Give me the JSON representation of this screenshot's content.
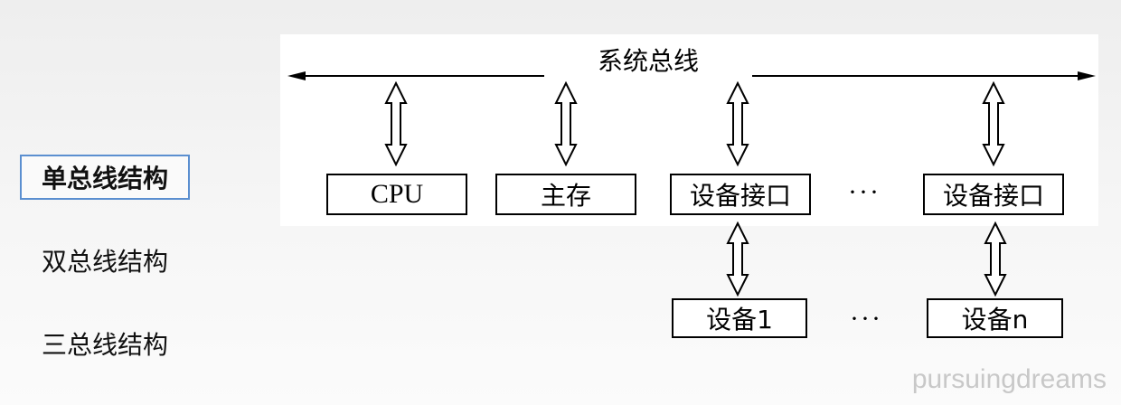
{
  "nav": {
    "items": [
      {
        "label": "单总线结构",
        "selected": true
      },
      {
        "label": "双总线结构",
        "selected": false
      },
      {
        "label": "三总线结构",
        "selected": false
      }
    ]
  },
  "diagram": {
    "bus_label": "系统总线",
    "units": [
      "CPU",
      "主存",
      "设备接口",
      "设备接口"
    ],
    "units_ellipsis": "···",
    "devices": [
      "设备1",
      "设备n"
    ],
    "devices_ellipsis": "···"
  },
  "watermark": "pursuingdreams",
  "colors": {
    "selected_border": "#5b8fd0",
    "watermark": "#c8c8c8"
  }
}
